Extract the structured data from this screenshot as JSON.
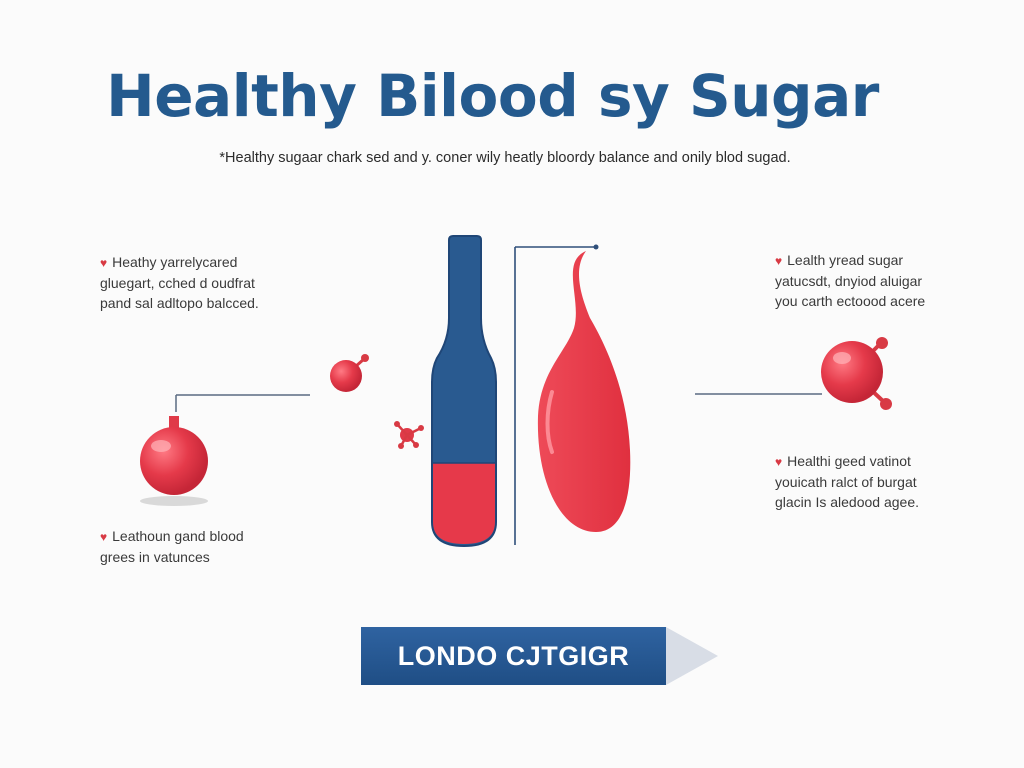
{
  "title": "Healthy Bilood sy Sugar",
  "subtitle": "*Healthy sugaar chark sed and y. coner wily heatly bloordy balance and onily blod sugad.",
  "notes": {
    "top_left": [
      "Heathy yarrelycared",
      "gluegart, cched d oudfrat",
      "pand sal adltopo balcced."
    ],
    "bottom_left": [
      "Leathoun gand blood",
      "grees in vatunces"
    ],
    "top_right": [
      "Lealth yread sugar",
      "yatucsdt, dnyiod aluigar",
      "you carth ectoood acere"
    ],
    "bottom_right": [
      "Healthi geed vatinot",
      "youicath ralct of burgat",
      "glacin Is aledood agee."
    ]
  },
  "banner": {
    "label": "LONDO CJTGIGR"
  },
  "colors": {
    "navy": "#245a8e",
    "red": "#e03a48",
    "banner": "#2a5d9b",
    "heart": "#d83a44"
  },
  "icons": [
    "heart-icon",
    "blood-drop-icon",
    "molecule-icon",
    "glucose-flask-icon",
    "test-tube-icon"
  ]
}
